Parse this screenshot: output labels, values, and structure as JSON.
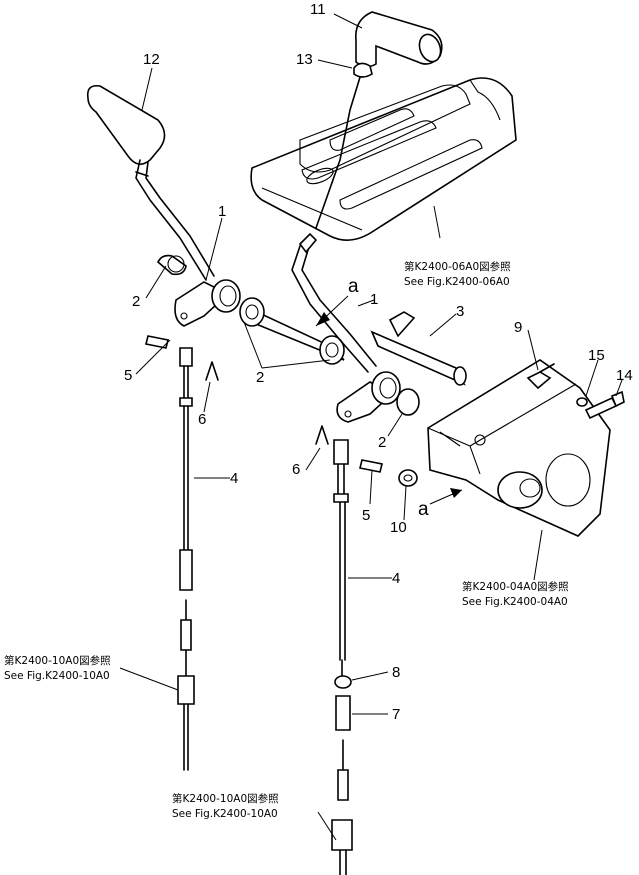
{
  "labels": [
    {
      "id": "p11",
      "text": "11"
    },
    {
      "id": "p13",
      "text": "13"
    },
    {
      "id": "p12",
      "text": "12"
    },
    {
      "id": "p1a",
      "text": "1"
    },
    {
      "id": "p1b",
      "text": "1"
    },
    {
      "id": "p2a",
      "text": "2"
    },
    {
      "id": "p2b",
      "text": "2"
    },
    {
      "id": "p2c",
      "text": "2"
    },
    {
      "id": "p3",
      "text": "3"
    },
    {
      "id": "p4a",
      "text": "4"
    },
    {
      "id": "p4b",
      "text": "4"
    },
    {
      "id": "p5a",
      "text": "5"
    },
    {
      "id": "p5b",
      "text": "5"
    },
    {
      "id": "p6a",
      "text": "6"
    },
    {
      "id": "p6b",
      "text": "6"
    },
    {
      "id": "p7",
      "text": "7"
    },
    {
      "id": "p8",
      "text": "8"
    },
    {
      "id": "p9",
      "text": "9"
    },
    {
      "id": "p10",
      "text": "10"
    },
    {
      "id": "p14",
      "text": "14"
    },
    {
      "id": "p15",
      "text": "15"
    }
  ],
  "arrow_letters": [
    {
      "id": "a_top",
      "text": "a"
    },
    {
      "id": "a_right",
      "text": "a"
    }
  ],
  "references": [
    {
      "id": "ref06",
      "jp": "第K2400-06A0図参照",
      "en": "See Fig.K2400-06A0"
    },
    {
      "id": "ref04",
      "jp": "第K2400-04A0図参照",
      "en": "See Fig.K2400-04A0"
    },
    {
      "id": "ref10a",
      "jp": "第K2400-10A0図参照",
      "en": "See Fig.K2400-10A0"
    },
    {
      "id": "ref10b",
      "jp": "第K2400-10A0図参照",
      "en": "See Fig.K2400-10A0"
    }
  ]
}
